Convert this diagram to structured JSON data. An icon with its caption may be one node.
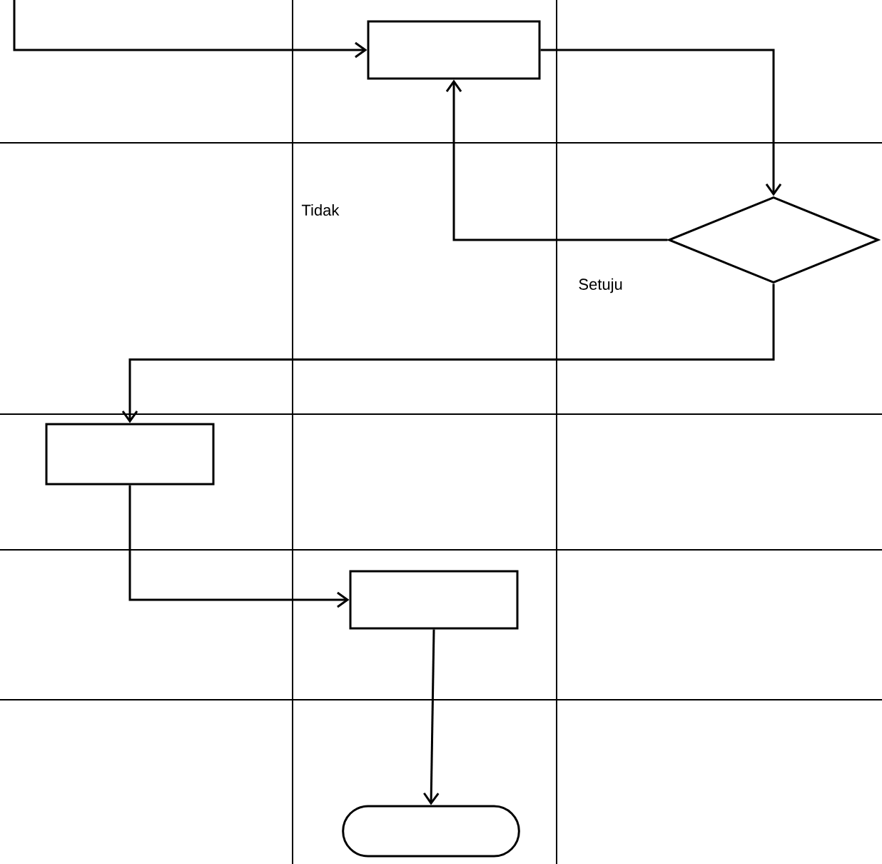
{
  "diagram": {
    "nodes": [
      {
        "text": [],
        "shape": "box"
      },
      {
        "text": [],
        "shape": "diamond"
      },
      {
        "text": [],
        "shape": "box"
      },
      {
        "text": [],
        "shape": "box"
      },
      {
        "text": [],
        "shape": "capsule"
      }
    ],
    "edges": [
      {
        "from": null,
        "to": 0,
        "arrow": "to"
      },
      {
        "from": 0,
        "to": 1,
        "arrow": "to"
      },
      {
        "from": 1,
        "to": 0,
        "arrow": "to"
      },
      {
        "from": 1,
        "to": 2,
        "arrow": "to",
        "label": "Setuju"
      },
      {
        "from": 2,
        "to": 3,
        "arrow": "to"
      },
      {
        "from": 3,
        "to": 4,
        "arrow": "to"
      }
    ],
    "labels": [
      "Tidak"
    ]
  }
}
